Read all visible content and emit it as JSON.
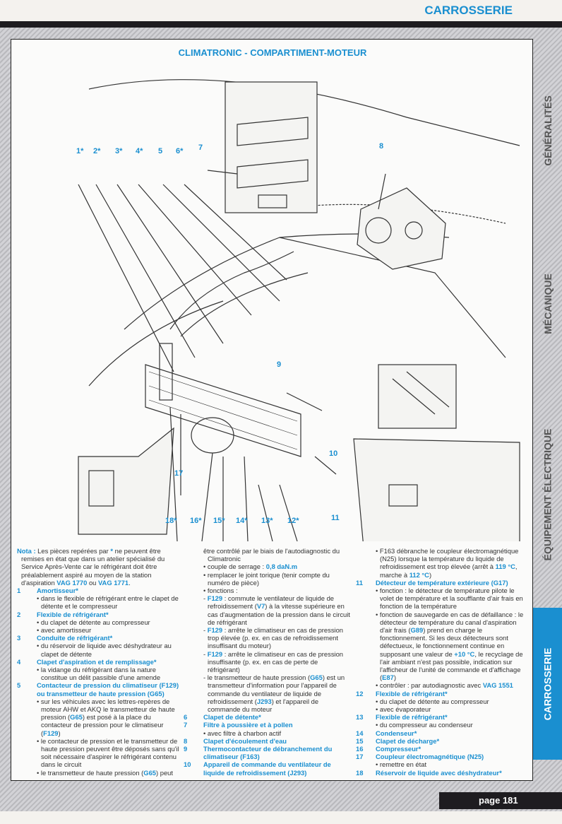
{
  "header": {
    "section": "CARROSSERIE"
  },
  "tabs": [
    {
      "label": "GÉNÉRALITÉS",
      "active": false
    },
    {
      "label": "MÉCANIQUE",
      "active": false
    },
    {
      "label": "ÉQUIPEMENT ÉLECTRIQUE",
      "active": false
    },
    {
      "label": "CARROSSERIE",
      "active": true
    }
  ],
  "diagram": {
    "title": "CLIMATRONIC - COMPARTIMENT-MOTEUR",
    "callouts": [
      "1*",
      "2*",
      "3*",
      "4*",
      "5",
      "6*",
      "7",
      "8",
      "9",
      "10",
      "11",
      "12*",
      "13*",
      "14*",
      "15*",
      "16*",
      "17",
      "18*"
    ]
  },
  "columns": [
    [
      {
        "t": "nota",
        "segs": [
          {
            "h": "Nota :"
          },
          " Les pièces repérées par ",
          {
            "h": "*"
          },
          " ne peuvent être remises en état que dans un atelier spécialisé du Service Après-Vente car le réfrigérant doit être préalablement aspiré au moyen de la station d'aspiration ",
          {
            "h": "VAG 1770"
          },
          " ou ",
          {
            "h": "VAG 1771"
          },
          "."
        ]
      },
      {
        "t": "head",
        "num": "1",
        "segs": [
          "Amortisseur*"
        ]
      },
      {
        "t": "bul",
        "segs": [
          "• dans le flexible de réfrigérant entre le clapet de détente et le compresseur"
        ]
      },
      {
        "t": "head",
        "num": "2",
        "segs": [
          "Flexible de réfrigérant*"
        ]
      },
      {
        "t": "bul",
        "segs": [
          "• du clapet de détente au compresseur"
        ]
      },
      {
        "t": "bul",
        "segs": [
          "• avec amortisseur"
        ]
      },
      {
        "t": "head",
        "num": "3",
        "segs": [
          "Conduite de réfrigérant*"
        ]
      },
      {
        "t": "bul",
        "segs": [
          "• du réservoir de liquide avec déshydrateur au clapet de détente"
        ]
      },
      {
        "t": "head",
        "num": "4",
        "segs": [
          "Clapet d'aspiration et de remplissage*"
        ]
      },
      {
        "t": "bul",
        "segs": [
          "• la vidange du réfrigérant dans la nature constitue un délit passible d'une amende"
        ]
      },
      {
        "t": "head",
        "num": "5",
        "segs": [
          "Contacteur de pression du climatiseur (F129) ou transmetteur de haute pression (G65)"
        ]
      },
      {
        "t": "bul",
        "segs": [
          "• sur les véhicules avec les lettres-repères de moteur AHW et AKQ le transmetteur de haute pression (",
          {
            "h": "G65"
          },
          ") est posé à la place du contacteur de pression pour le climatiseur (",
          {
            "h": "F129"
          },
          ")"
        ]
      },
      {
        "t": "bul",
        "segs": [
          "• le contacteur de pression et le transmetteur de haute pression peuvent être déposés sans qu'il soit nécessaire d'aspirer le réfrigérant contenu dans le circuit"
        ]
      },
      {
        "t": "bul",
        "segs": [
          "• le transmetteur de haute pression (",
          {
            "h": "G65"
          },
          ") peut"
        ]
      }
    ],
    [
      {
        "t": "bul",
        "segs": [
          "  être contrôlé par le biais de l'autodiagnostic du Climatronic"
        ]
      },
      {
        "t": "bul",
        "segs": [
          "• couple de serrage : ",
          {
            "h": "0,8 daN.m"
          }
        ]
      },
      {
        "t": "bul",
        "segs": [
          "• remplacer le joint torique (tenir compte du numéro de pièce)"
        ]
      },
      {
        "t": "bul",
        "segs": [
          "• fonctions :"
        ]
      },
      {
        "t": "dash",
        "segs": [
          "- ",
          {
            "h": "F129"
          },
          " : commute le ventilateur de liquide de refroidissement (",
          {
            "h": "V7"
          },
          ") à la vitesse supérieure en cas d'augmentation de la pression dans le circuit de réfrigérant"
        ]
      },
      {
        "t": "dash",
        "segs": [
          "- ",
          {
            "h": "F129"
          },
          " : arrête le climatiseur en cas de pression trop élevée (p. ex. en cas de refroidissement insuffisant du moteur)"
        ]
      },
      {
        "t": "dash",
        "segs": [
          "- ",
          {
            "h": "F129"
          },
          " : arrête le climatiseur en cas de pression insuffisante (p. ex. en cas de perte de réfrigérant)"
        ]
      },
      {
        "t": "dash",
        "segs": [
          "- le transmetteur de haute pression (",
          {
            "h": "G65"
          },
          ") est un transmetteur d'information pour l'appareil de commande du ventilateur de liquide de refroidissement (",
          {
            "h": "J293"
          },
          ") et l'appareil de commande du moteur"
        ]
      },
      {
        "t": "head",
        "num": "6",
        "segs": [
          "Clapet de détente*"
        ]
      },
      {
        "t": "head",
        "num": "7",
        "segs": [
          "Filtre à poussière et à pollen"
        ]
      },
      {
        "t": "bul",
        "segs": [
          "• avec filtre à charbon actif"
        ]
      },
      {
        "t": "head",
        "num": "8",
        "segs": [
          "Clapet d'écoulement d'eau"
        ]
      },
      {
        "t": "head",
        "num": "9",
        "segs": [
          "Thermocontacteur de débranchement du climatiseur (F163)"
        ]
      },
      {
        "t": "head",
        "num": "10",
        "segs": [
          "Appareil de commande du ventilateur de liquide de refroidissement (J293)"
        ]
      }
    ],
    [
      {
        "t": "bul",
        "segs": [
          "• F163 débranche le coupleur électromagnétique (N25) lorsque la température du liquide de refroidissement est trop élevée (arrêt à ",
          {
            "h": "119 °C"
          },
          ", marche à ",
          {
            "h": "112 °C"
          },
          ")"
        ]
      },
      {
        "t": "head",
        "num": "11",
        "segs": [
          "Détecteur de température extérieure (G17)"
        ]
      },
      {
        "t": "bul",
        "segs": [
          "• fonction : le détecteur de température pilote le volet de température et la soufflante d'air frais en fonction de la température"
        ]
      },
      {
        "t": "bul",
        "segs": [
          "• fonction de sauvegarde en cas de défaillance : le détecteur de température du canal d'aspiration d'air frais (",
          {
            "h": "G89"
          },
          ") prend en charge le fonctionnement. Si les deux détecteurs sont défectueux, le fonctionnement continue en supposant une valeur de ",
          {
            "h": "+10 °C"
          },
          ", le recyclage de l'air ambiant n'est pas possible, indication sur l'afficheur de l'unité de commande et d'affichage (",
          {
            "h": "E87"
          },
          ")"
        ]
      },
      {
        "t": "bul",
        "segs": [
          "• contrôler : par autodiagnostic avec ",
          {
            "h": "VAG 1551"
          }
        ]
      },
      {
        "t": "head",
        "num": "12",
        "segs": [
          "Flexible de réfrigérant*"
        ]
      },
      {
        "t": "bul",
        "segs": [
          "• du clapet de détente au compresseur"
        ]
      },
      {
        "t": "bul",
        "segs": [
          "• avec évaporateur"
        ]
      },
      {
        "t": "head",
        "num": "13",
        "segs": [
          "Flexible de réfrigérant*"
        ]
      },
      {
        "t": "bul",
        "segs": [
          "• du compresseur au condenseur"
        ]
      },
      {
        "t": "head",
        "num": "14",
        "segs": [
          "Condenseur*"
        ]
      },
      {
        "t": "head",
        "num": "15",
        "segs": [
          "Clapet de décharge*"
        ]
      },
      {
        "t": "head",
        "num": "16",
        "segs": [
          "Compresseur*"
        ]
      },
      {
        "t": "head",
        "num": "17",
        "segs": [
          "Coupleur électromagnétique (N25)"
        ]
      },
      {
        "t": "bul",
        "segs": [
          "• remettre en état"
        ]
      },
      {
        "t": "head",
        "num": "18",
        "segs": [
          "Réservoir de liquide avec déshydrateur*"
        ]
      }
    ]
  ],
  "footer": {
    "page": "page 181"
  }
}
